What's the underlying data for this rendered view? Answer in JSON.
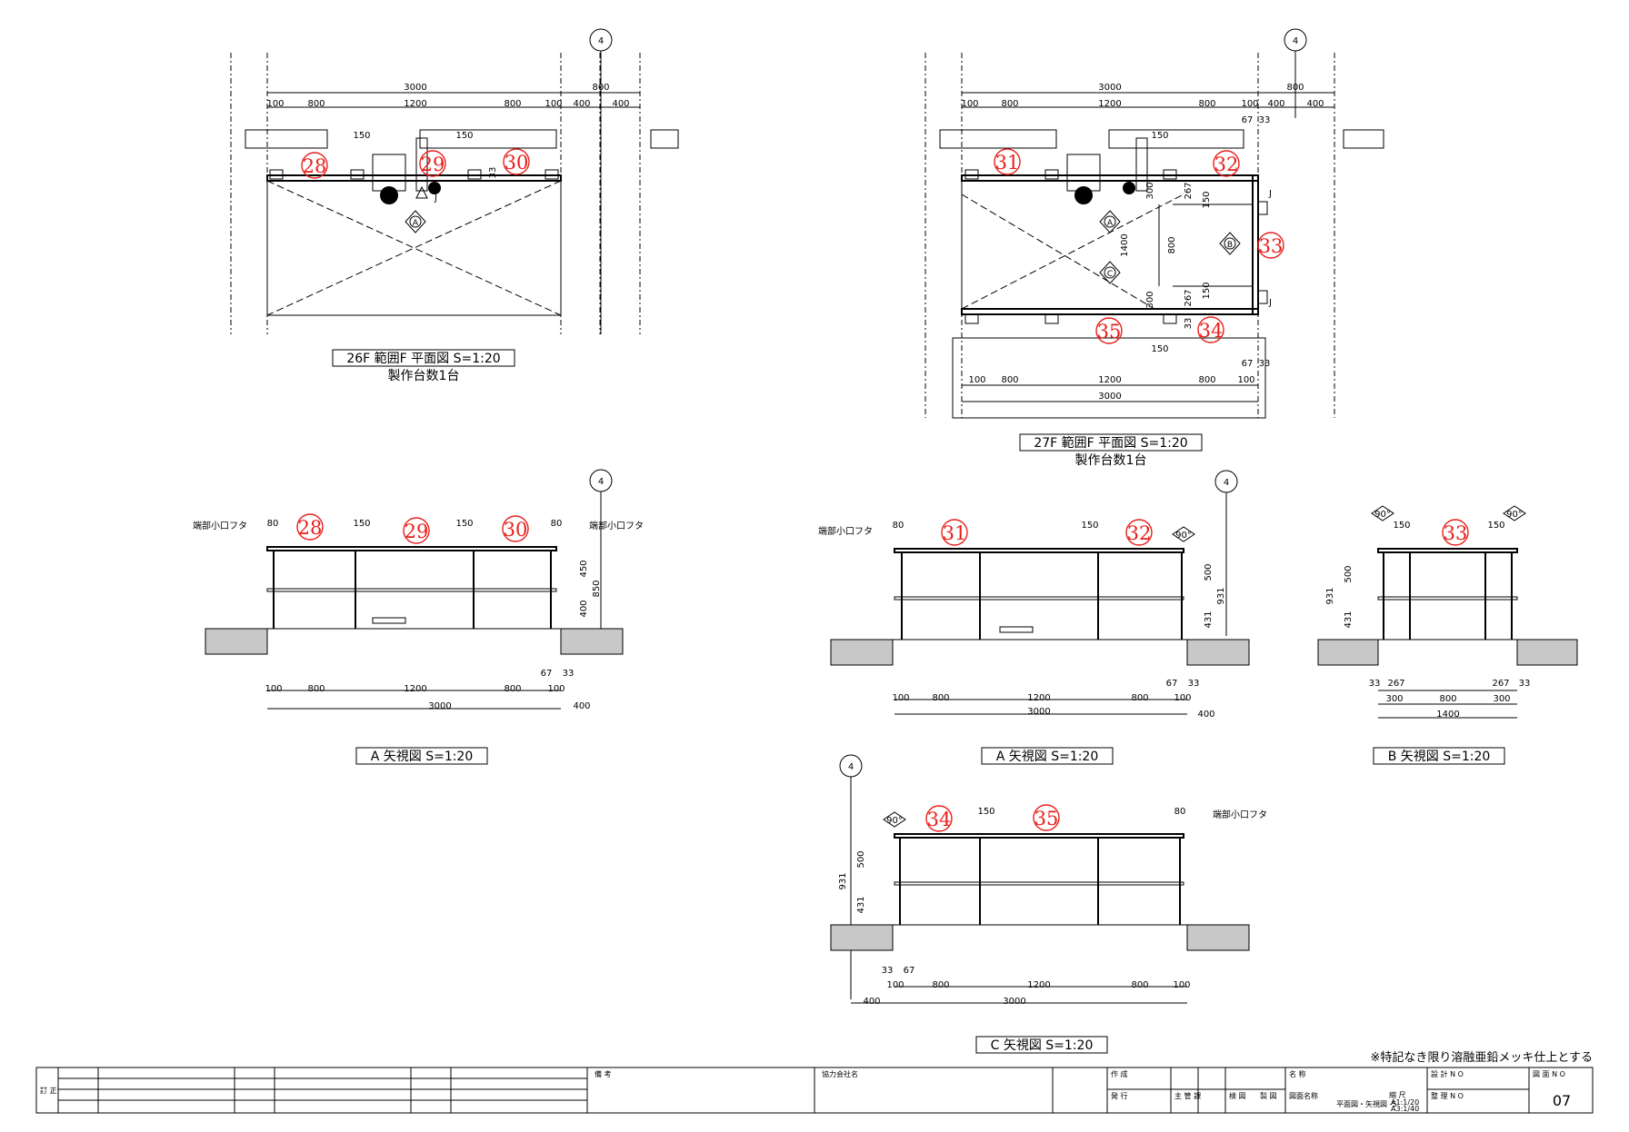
{
  "views": {
    "p26": {
      "title": "26F  範囲F 平面図 S=1:20",
      "subtitle": "製作台数1台",
      "axis": "4",
      "dims_top": [
        "3000",
        "800"
      ],
      "dims_row": [
        "100",
        "800",
        "1200",
        "800",
        "100",
        "400",
        "400"
      ],
      "dim_150a": "150",
      "dim_150b": "150",
      "dim_33": "33",
      "marks": [
        "28",
        "29",
        "30"
      ],
      "view_a": "A",
      "sec": "J"
    },
    "p27": {
      "title": "27F  範囲F 平面図 S=1:20",
      "subtitle": "製作台数1台",
      "axis": "4",
      "dims_top": [
        "3000",
        "800"
      ],
      "dims_row": [
        "100",
        "800",
        "1200",
        "800",
        "100",
        "400",
        "400"
      ],
      "dim_67": "67",
      "dim_33": "33",
      "dim_150": "150",
      "dims_right": [
        "300",
        "267",
        "150",
        "1400",
        "800",
        "300",
        "267",
        "150",
        "33"
      ],
      "dims_bottom": [
        "150",
        "67",
        "33",
        "100",
        "800",
        "1200",
        "800",
        "100",
        "3000"
      ],
      "marks": [
        "31",
        "32",
        "33",
        "34",
        "35"
      ],
      "view_a": "A",
      "view_b": "B",
      "view_c": "C",
      "sec": "J"
    },
    "a26": {
      "title": "A 矢視図 S=1:20",
      "axis": "4",
      "label_l": "端部小口フタ",
      "label_r": "端部小口フタ",
      "dims_top": [
        "80",
        "150",
        "150",
        "80"
      ],
      "dims_v": [
        "450",
        "400",
        "850"
      ],
      "dims_b": [
        "67",
        "33",
        "100",
        "800",
        "1200",
        "800",
        "100",
        "3000",
        "400"
      ],
      "marks": [
        "28",
        "29",
        "30"
      ]
    },
    "a27": {
      "title": "A 矢視図 S=1:20",
      "axis": "4",
      "label_l": "端部小口フタ",
      "dims_top": [
        "80",
        "150"
      ],
      "angle": "90°",
      "dims_v": [
        "500",
        "431",
        "931"
      ],
      "dims_b": [
        "67",
        "33",
        "100",
        "800",
        "1200",
        "800",
        "100",
        "3000",
        "400"
      ],
      "marks": [
        "31",
        "32"
      ]
    },
    "b27": {
      "title": "B 矢視図 S=1:20",
      "angle_l": "90°",
      "angle_r": "90°",
      "dims_top": [
        "150",
        "150"
      ],
      "dims_v": [
        "500",
        "431",
        "931"
      ],
      "dims_b": [
        "33",
        "267",
        "800",
        "267",
        "33",
        "300",
        "300",
        "1400"
      ],
      "marks": [
        "33"
      ]
    },
    "c27": {
      "title": "C 矢視図 S=1:20",
      "axis": "4",
      "angle": "90°",
      "label_r": "端部小口フタ",
      "dims_top": [
        "150",
        "80"
      ],
      "dims_v": [
        "500",
        "431",
        "931"
      ],
      "dims_b": [
        "33",
        "67",
        "100",
        "800",
        "1200",
        "800",
        "100",
        "400",
        "3000"
      ],
      "marks": [
        "34",
        "35"
      ]
    }
  },
  "note": "※特記なき限り溶融亜鉛メッキ仕上とする",
  "titleblock": {
    "revision": "訂 正",
    "remarks": "備 考",
    "partner": "協力会社名",
    "created": "作 成",
    "issued": "発 行",
    "approver": "主 管 課",
    "check": "検 図",
    "drafter": "製 図",
    "name_label": "名 称",
    "drawing_name_label": "図面名称",
    "drawing_name": "平面図・矢視図 -5",
    "scale_label": "縮 尺",
    "scale_a1": "A1:1/20",
    "scale_a3": "A3:1/40",
    "design_no": "設 計 N O",
    "manage_no": "整 理 N O",
    "sheet_no_label": "図 面 N O",
    "sheet_no": "07"
  }
}
